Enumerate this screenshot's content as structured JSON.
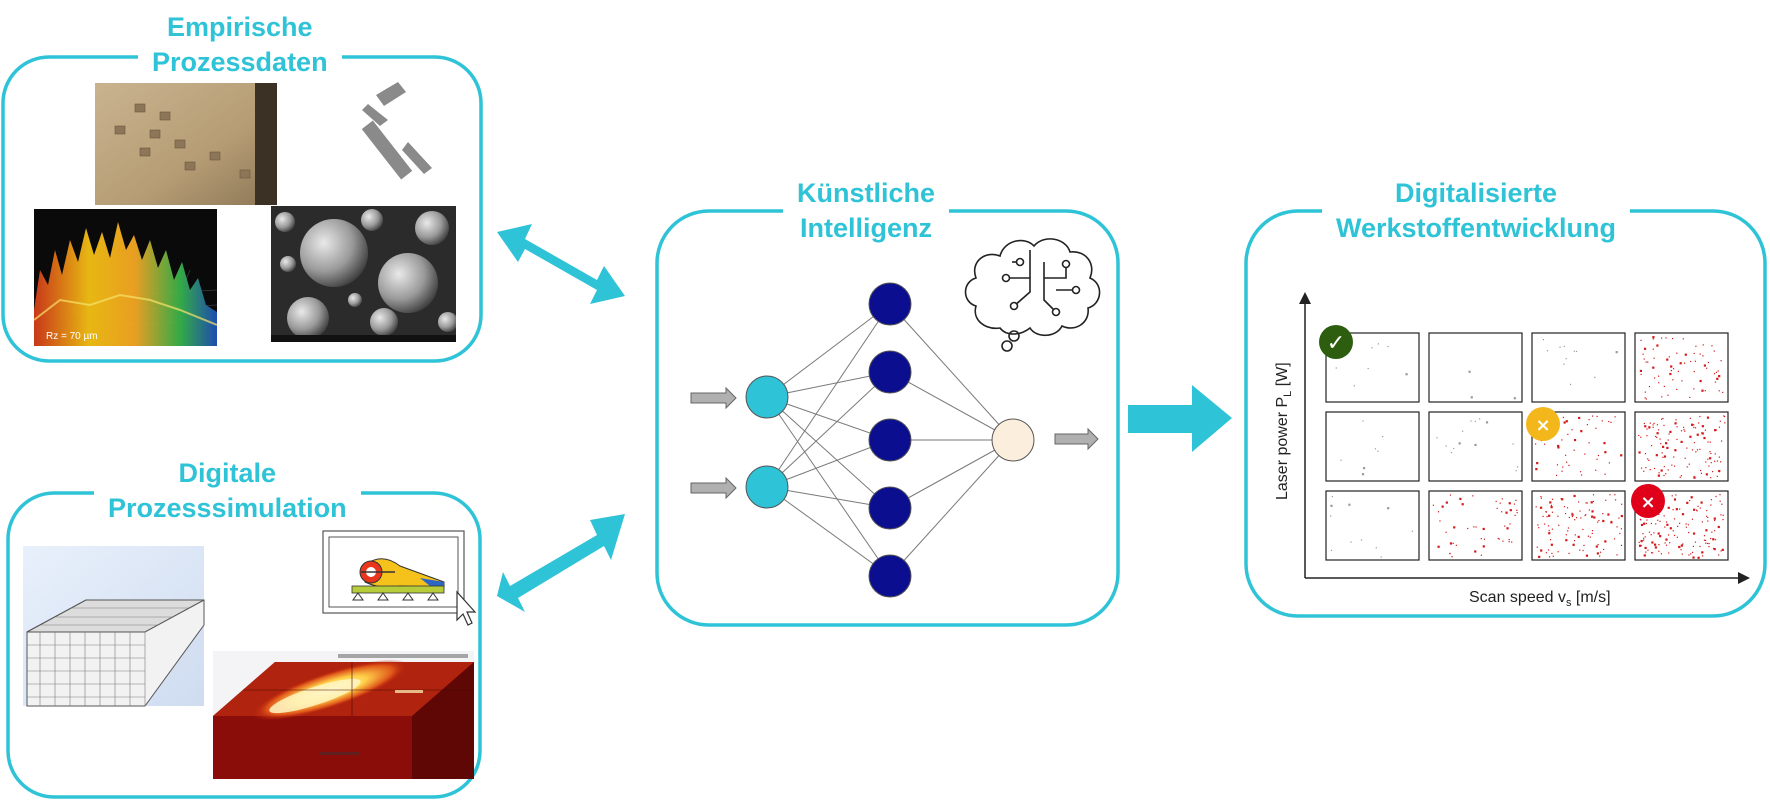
{
  "panels": {
    "empirical": {
      "title_line1": "Empirische",
      "title_line2": "Prozessdaten",
      "scale_label": "Rz = 70 µm"
    },
    "simulation": {
      "title_line1": "Digitale",
      "title_line2": "Prozesssimulation"
    },
    "ai": {
      "title_line1": "Künstliche",
      "title_line2": "Intelligenz"
    },
    "materials": {
      "title_line1": "Digitalisierte",
      "title_line2": "Werkstoffentwicklung"
    }
  },
  "process_map": {
    "x_label_main": "Scan speed v",
    "x_label_sub": "s",
    "x_label_unit": " [m/s]",
    "y_label_main": "Laser power P",
    "y_label_sub": "L",
    "y_label_unit": " [W]",
    "porosity_levels": [
      [
        0.05,
        0.02,
        0.08,
        0.5
      ],
      [
        0.05,
        0.1,
        0.35,
        0.85
      ],
      [
        0.08,
        0.35,
        0.75,
        1.0
      ]
    ],
    "markers": [
      {
        "name": "ok",
        "color": "#2d5e0f",
        "symbol": "✓"
      },
      {
        "name": "warning",
        "color": "#f3b71b",
        "symbol": "×"
      },
      {
        "name": "fail",
        "color": "#e1001a",
        "symbol": "×"
      }
    ]
  },
  "network": {
    "input_nodes": 2,
    "hidden_nodes": 5,
    "output_nodes": 1
  },
  "colors": {
    "accent": "#2ec3d6",
    "hidden_node": "#0b0f8f",
    "input_node": "#2ec3d6",
    "output_node": "#fbeedc",
    "pore": "#d21a1a"
  },
  "icons": [
    "caliper-icon",
    "brain-circuit-icon",
    "mechanism-icon",
    "cursor-icon"
  ]
}
